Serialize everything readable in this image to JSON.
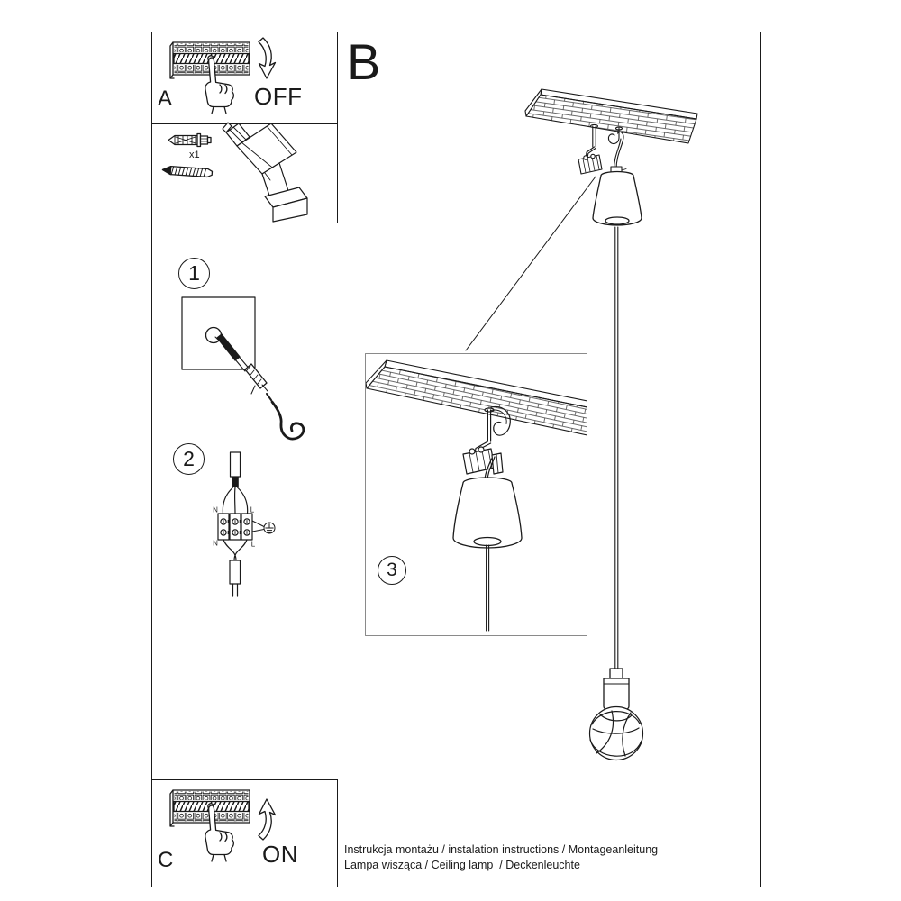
{
  "colors": {
    "ink": "#1a1a1a",
    "paper": "#ffffff",
    "inset_border": "#8a8a8a"
  },
  "panel_a": {
    "letter": "A",
    "switch_label": "OFF"
  },
  "panel_b": {
    "letter": "B"
  },
  "panel_c": {
    "letter": "C",
    "switch_label": "ON"
  },
  "parts": {
    "anchor_quantity": "x1"
  },
  "steps": {
    "step1": "1",
    "step2": "2",
    "step3": "3"
  },
  "wiring_labels": {
    "neutral_top": "N",
    "line_top": "L",
    "neutral_bottom": "N",
    "line_bottom": "L"
  },
  "footer": {
    "title_line": "Instrukcja montażu / instalation instructions / Montageanleitung",
    "product_line": "Lampa wisząca / Ceiling lamp  / Deckenleuchte"
  }
}
